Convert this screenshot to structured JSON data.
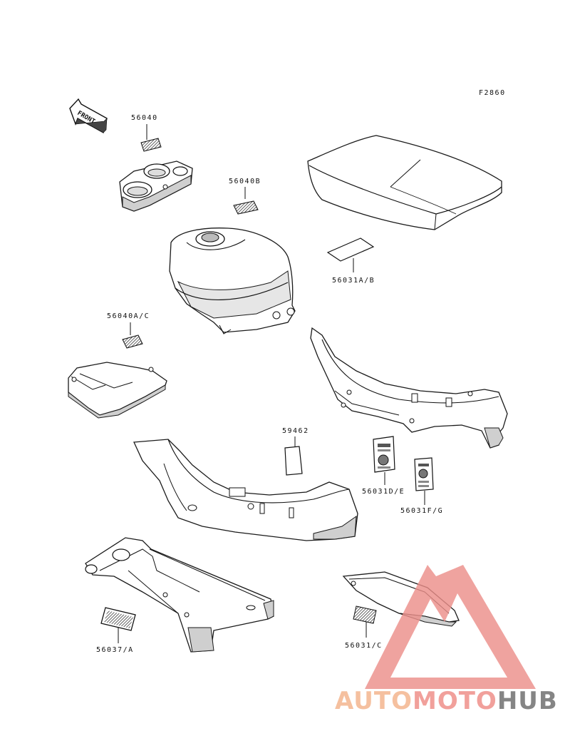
{
  "figure_code": "F2860",
  "front_label": "FRONT",
  "callouts": {
    "c1": "56040",
    "c2": "56040B",
    "c3": "56031A/B",
    "c4": "56040A/C",
    "c5": "59462",
    "c6": "56031D/E",
    "c7": "56031F/G",
    "c8": "56037/A",
    "c9": "56031/C"
  },
  "watermark": {
    "part1": "AUTO",
    "part2": "MOTO",
    "part3": "HUB",
    "color1": "#f3b38a",
    "color2": "#ee8c86",
    "color3": "#6b6b6b",
    "triangle_color": "#ec8f8a"
  }
}
